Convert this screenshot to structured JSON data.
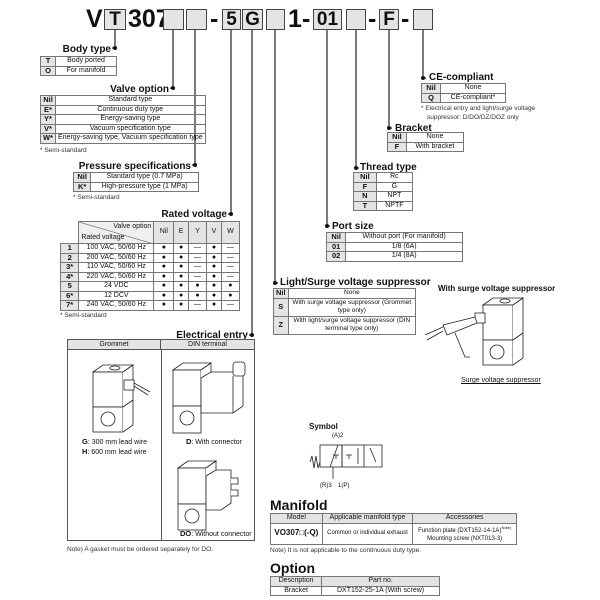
{
  "model_code": {
    "prefix": "V",
    "body": "T",
    "series": "307",
    "voltage": "5",
    "entry": "G",
    "fixed1": "1",
    "port": "01",
    "bracket": "F",
    "dash": "-"
  },
  "body_type": {
    "title": "Body type",
    "rows": [
      [
        "T",
        "Body ported"
      ],
      [
        "O",
        "For manifold"
      ]
    ]
  },
  "valve_option": {
    "title": "Valve option",
    "rows": [
      [
        "Nil",
        "Standard type"
      ],
      [
        "E*",
        "Continuous duty type"
      ],
      [
        "Y*",
        "Energy-saving type"
      ],
      [
        "V*",
        "Vacuum specification type"
      ],
      [
        "W*",
        "Energy-saving type, Vacuum specification type"
      ]
    ],
    "note": "* Semi-standard"
  },
  "pressure": {
    "title": "Pressure specifications",
    "rows": [
      [
        "Nil",
        "Standard type (0.7 MPa)"
      ],
      [
        "K*",
        "High-pressure type (1 MPa)"
      ]
    ],
    "note": "* Semi-standard"
  },
  "rated_voltage": {
    "title": "Rated voltage",
    "header_top": "Valve option",
    "header_bottom": "Rated voltage",
    "columns": [
      "Nil",
      "E",
      "Y",
      "V",
      "W"
    ],
    "rows": [
      [
        "1",
        "100 VAC, 50/60 Hz",
        "●",
        "●",
        "—",
        "●",
        "—"
      ],
      [
        "2",
        "200 VAC, 50/60 Hz",
        "●",
        "●",
        "—",
        "●",
        "—"
      ],
      [
        "3*",
        "110 VAC, 50/60 Hz",
        "●",
        "●",
        "—",
        "●",
        "—"
      ],
      [
        "4*",
        "220 VAC, 50/60 Hz",
        "●",
        "●",
        "—",
        "●",
        "—"
      ],
      [
        "5",
        "24 VDC",
        "●",
        "●",
        "●",
        "●",
        "●"
      ],
      [
        "6*",
        "12 DCV",
        "●",
        "●",
        "●",
        "●",
        "●"
      ],
      [
        "7*",
        "240 VAC, 50/60 Hz",
        "●",
        "●",
        "—",
        "●",
        "—"
      ]
    ],
    "note": "* Semi-standard"
  },
  "electrical_entry": {
    "title": "Electrical entry",
    "col1": "Grommet",
    "col2": "DIN terminal",
    "g_code": "G",
    "g_text": ": 300 mm lead wire",
    "h_code": "H",
    "h_text": ": 600 mm lead wire",
    "d_code": "D",
    "d_text": ": With connector",
    "do_code": "DO",
    "do_text": ": Without connector",
    "note": "Note) A gasket must be ordered separately for DO."
  },
  "suppressor": {
    "title": "Light/Surge voltage suppressor",
    "rows": [
      [
        "Nil",
        "None"
      ],
      [
        "S",
        "With surge voltage suppressor (Grommet type only)"
      ],
      [
        "Z",
        "With light/surge voltage suppressor (DIN terminal type only)"
      ]
    ]
  },
  "surge_figure": {
    "title": "With surge voltage suppressor",
    "label": "Surge voltage suppressor"
  },
  "port_size": {
    "title": "Port size",
    "rows": [
      [
        "Nil",
        "Without port (For manifold)"
      ],
      [
        "01",
        "1/8 (6A)"
      ],
      [
        "02",
        "1/4 (8A)"
      ]
    ]
  },
  "thread_type": {
    "title": "Thread type",
    "rows": [
      [
        "Nil",
        "Rc"
      ],
      [
        "F",
        "G"
      ],
      [
        "N",
        "NPT"
      ],
      [
        "T",
        "NPTF"
      ]
    ]
  },
  "bracket": {
    "title": "Bracket",
    "rows": [
      [
        "Nil",
        "None"
      ],
      [
        "F",
        "With bracket"
      ]
    ]
  },
  "ce": {
    "title": "CE-compliant",
    "rows": [
      [
        "Nil",
        "None"
      ],
      [
        "Q",
        "CE-compliant*"
      ]
    ],
    "note1": "* Electrical entry and light/surge voltage",
    "note2": "suppressor: D/DO/DZ/DOZ only"
  },
  "symbol": {
    "title": "Symbol",
    "port_a": "(A)2",
    "port_r": "(R)3",
    "port_p": "1(P)"
  },
  "manifold": {
    "title": "Manifold",
    "headers": [
      "Model",
      "Applicable manifold type",
      "Accessories"
    ],
    "model": "VO307□(-Q)",
    "type": "Common or individual exhaust",
    "acc1": "Function plate (DXT152-14-1A)",
    "acc1_note": "Note)",
    "acc2": "Mounting screw (NXT013-3)",
    "note": "Note) It is not applicable to the continuous duty type."
  },
  "option": {
    "title": "Option",
    "headers": [
      "Description",
      "Part no."
    ],
    "row": [
      "Bracket",
      "DXT152-25-1A (With screw)"
    ]
  }
}
